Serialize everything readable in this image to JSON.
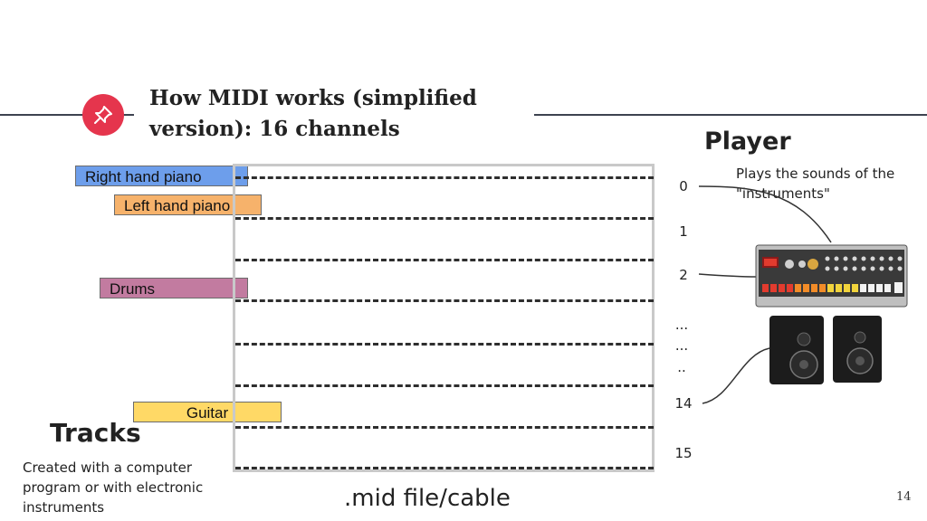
{
  "slide": {
    "title": "How MIDI works (simplified version): 16 channels",
    "page_number": "14"
  },
  "tracks": {
    "items": [
      {
        "label": "Right hand piano",
        "color": "#6d9eeb"
      },
      {
        "label": "Left hand piano",
        "color": "#f6b26b"
      },
      {
        "label": "Drums",
        "color": "#c27ba0"
      },
      {
        "label": "Guitar",
        "color": "#ffd966"
      }
    ],
    "heading": "Tracks",
    "description": "Created with a computer program or with electronic instruments"
  },
  "cable": {
    "label": ".mid file/cable"
  },
  "channels": [
    "0",
    "1",
    "2",
    "...",
    "...",
    "..",
    "14",
    "15"
  ],
  "player": {
    "heading": "Player",
    "description": "Plays the sounds of the \"instruments\"",
    "devices": [
      {
        "name": "drum-machine-icon"
      },
      {
        "name": "speakers-icon"
      }
    ]
  },
  "colors": {
    "accent": "#e5354d",
    "rule": "#3d4350"
  }
}
